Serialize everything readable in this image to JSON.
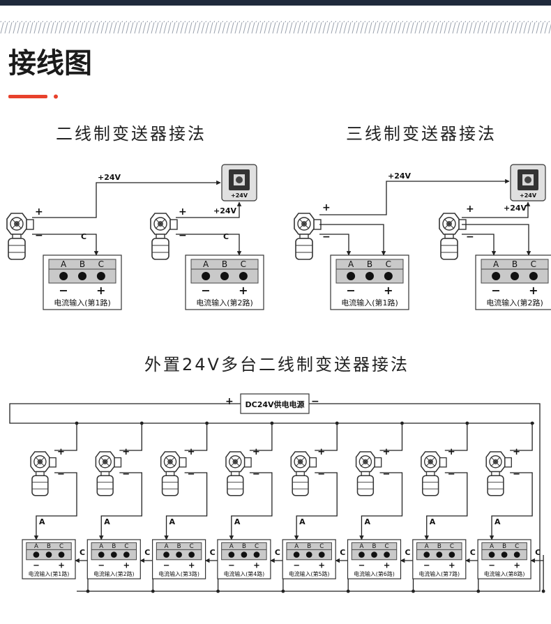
{
  "header": {
    "title": "接线图",
    "accent_color": "#e8412c",
    "bar_color": "#1f2a3c"
  },
  "section_two_wire": {
    "title": "二线制变送器接法",
    "power_label": "+24V",
    "device_power_label": "+24V",
    "c_label": "C",
    "channels": [
      "电流输入(第1路)",
      "电流输入(第2路)"
    ]
  },
  "section_three_wire": {
    "title": "三线制变送器接法",
    "power_label": "+24V",
    "device_power_label": "+24V",
    "channels": [
      "电流输入(第1路)",
      "电流输入(第2路)"
    ]
  },
  "section_multi": {
    "title": "外置24V多台二线制变送器接法",
    "power_supply_label": "DC24V供电电源",
    "plus": "+",
    "minus": "−",
    "a_label": "A",
    "c_label": "C",
    "channels": [
      "电流输入(第1路)",
      "电流输入(第2路)",
      "电流输入(第3路)",
      "电流输入(第4路)",
      "电流输入(第5路)",
      "电流输入(第6路)",
      "电流输入(第7路)",
      "电流输入(第8路)"
    ]
  },
  "terminal": {
    "letters": [
      "A",
      "B",
      "C"
    ],
    "minus": "−",
    "plus": "+"
  },
  "sensor": {
    "plus": "+",
    "minus": "−"
  },
  "display_device": {
    "label": "+24V"
  }
}
